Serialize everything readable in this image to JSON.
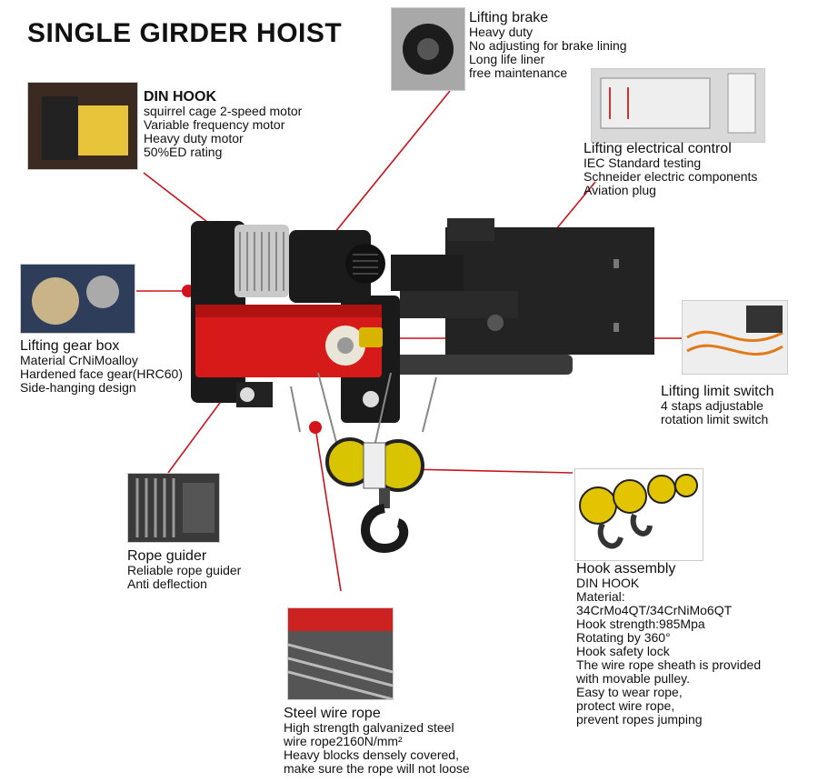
{
  "title": "SINGLE GIRDER HOIST",
  "callouts": {
    "lifting_brake": {
      "heading": "Lifting brake",
      "lines": [
        "Heavy duty",
        "No adjusting for brake lining",
        "Long life liner",
        "free maintenance"
      ]
    },
    "din_hook": {
      "heading": "DIN HOOK",
      "lines": [
        "squirrel cage 2-speed motor",
        "Variable frequency motor",
        "Heavy duty motor",
        "50%ED rating"
      ]
    },
    "electrical_control": {
      "heading": "Lifting electrical control",
      "lines": [
        "IEC Standard testing",
        "Schneider electric components",
        "Aviation plug"
      ]
    },
    "gear_box": {
      "heading": "Lifting gear box",
      "lines": [
        "Material CrNiMoalloy",
        "Hardened face gear(HRC60)",
        "Side-hanging design"
      ]
    },
    "limit_switch": {
      "heading": "Lifting limit switch",
      "lines": [
        "4 staps adjustable",
        "rotation limit switch"
      ]
    },
    "rope_guider": {
      "heading": "Rope guider",
      "lines": [
        "Reliable rope guider",
        "Anti deflection"
      ]
    },
    "hook_assembly": {
      "heading": "Hook assembly",
      "lines": [
        "DIN HOOK",
        "Material:",
        "34CrMo4QT/34CrNiMo6QT",
        "Hook strength:985Mpa",
        "Rotating by 360°",
        "Hook safety lock",
        "The wire rope sheath is provided",
        "with movable pulley.",
        "Easy to wear rope,",
        "protect wire rope,",
        "prevent ropes jumping"
      ]
    },
    "steel_wire_rope": {
      "heading": "Steel wire rope",
      "lines": [
        "High strength galvanized steel",
        "wire rope2160N/mm²",
        "Heavy blocks densely covered,",
        "make sure the rope will not loose"
      ]
    }
  },
  "colors": {
    "accent_red": "#d4141c",
    "hoist_red": "#d61a1a",
    "hook_yellow": "#d8c400",
    "body_black": "#1e1e1e"
  }
}
